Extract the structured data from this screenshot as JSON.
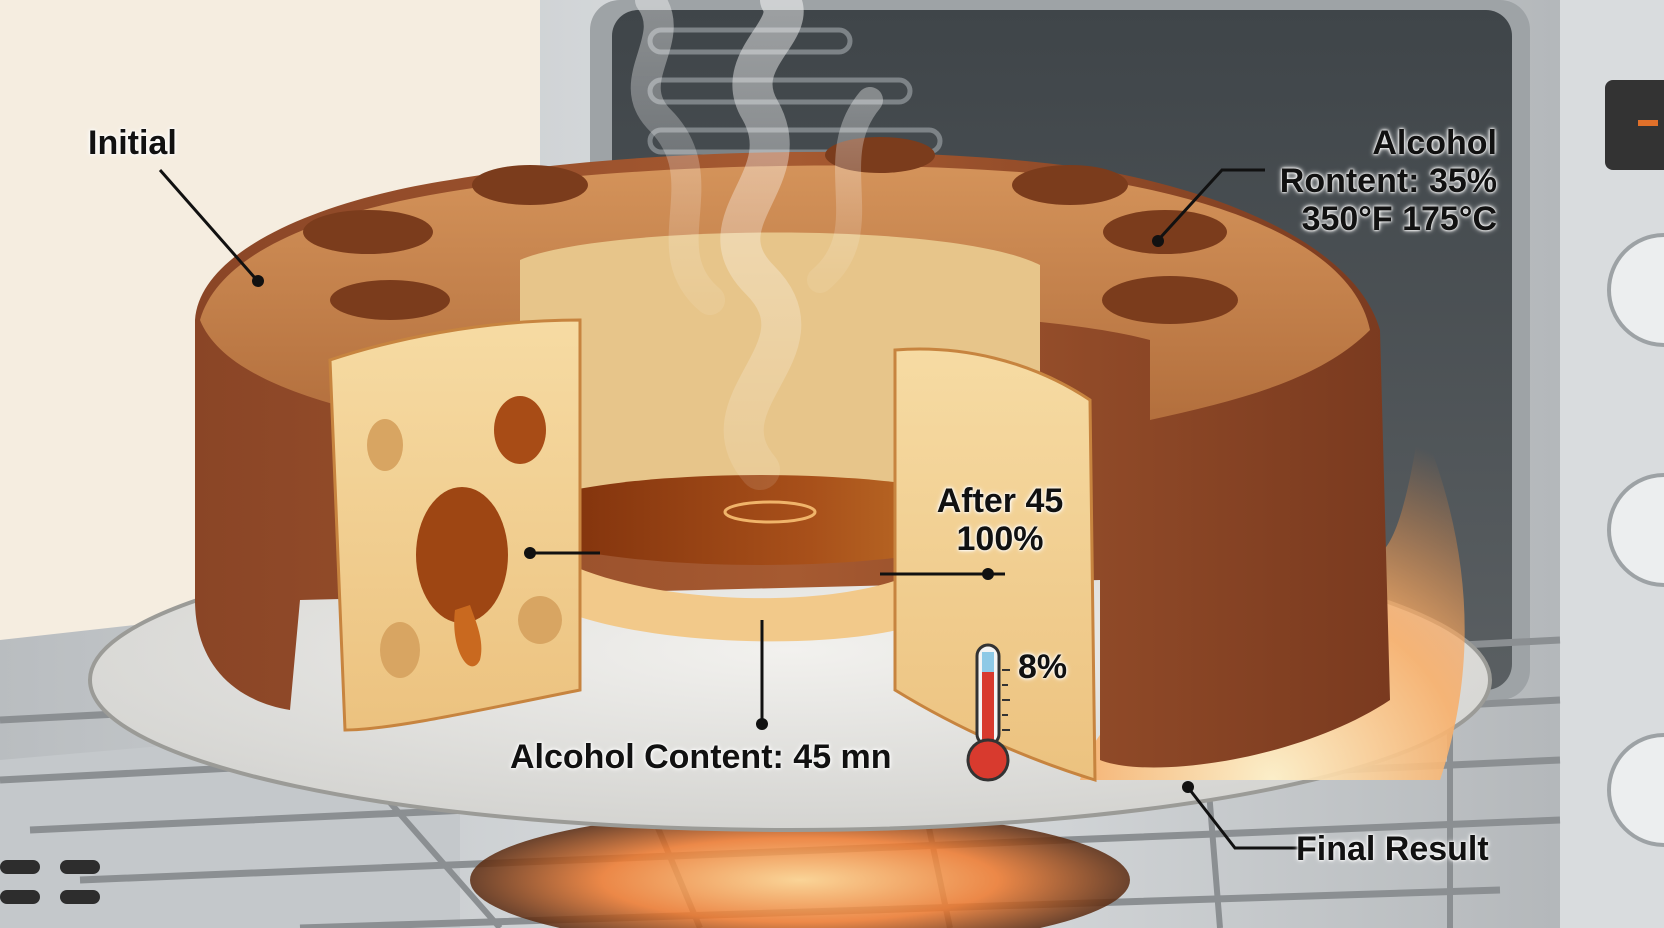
{
  "labels": {
    "initial": "Initial",
    "top_right_line1": "Alcohol",
    "top_right_line2": "Rontent: 35%",
    "top_right_line3": "350°F 175°C",
    "middle_line1": "After 45",
    "middle_line2": "100%",
    "thermo_value": "8%",
    "bottom_center": "Alcohol Content: 45 mn",
    "bottom_right": "Final Result"
  },
  "colors": {
    "crust": "#a0552f",
    "crumb": "#f0cf8f",
    "syrup": "#8a3a0f",
    "oven_steel": "#c9ccce",
    "oven_interior": "#474d51",
    "flame": "#f7a15a",
    "thermometer_red": "#d83a2e"
  }
}
